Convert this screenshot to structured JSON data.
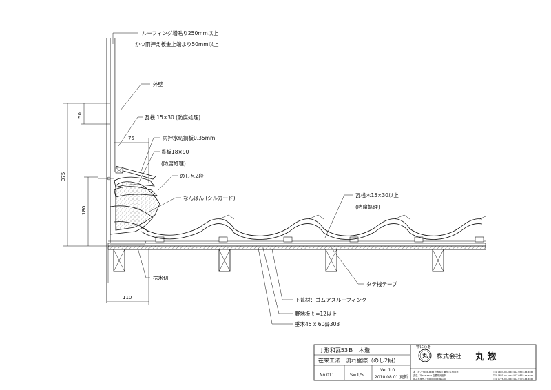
{
  "labels": {
    "roofing_overlap_1": "ルーフィング増貼り250mm以上",
    "roofing_overlap_2": "かつ雨押え板金上端より50mm以上",
    "outer_wall": "外壁",
    "tile_batten": "瓦桟 15×30 (防腐処理)",
    "flashing": "雨押水切鋼板0.35mm",
    "nuki_1": "貫板18×90",
    "nuki_2": "(防腐処理)",
    "noshi": "のし瓦2段",
    "nanban": "なんばん (シルガード)",
    "batten_lumber_1": "瓦桟木15×30以上",
    "batten_lumber_2": "(防腐処理)",
    "drip": "捨水切",
    "counter_tape": "タテ桟テープ",
    "underlay": "下葺材：ゴムアスルーフィング",
    "sheathing": "野地板 t =12以上",
    "rafter": "垂木45 x 60@303"
  },
  "dimensions": {
    "d50": "50",
    "d75": "75",
    "d375": "375",
    "d180": "180",
    "d110": "110"
  },
  "title_block": {
    "row1": "J 形和瓦53Ｂ　木造",
    "row2": "在来工法　流れ壁際（のし2段）",
    "no": "No.011",
    "scale": "S=1/5",
    "version": "Ver 1.0",
    "date": "2010.08.01 更新",
    "motto": "物に心を",
    "seal_char": "丸",
    "company_prefix": "株式会社",
    "company_name": "丸 惣",
    "addr_1": "本　社／〒xxx-xxxx 島根県江津市 (丸惣窯業)",
    "addr_2": "支店／〒xxx-xxxx 島根県浜田市",
    "addr_3": "福井営業所／〒xxx-xxxx 福井県",
    "tel_1": "TEL 0855-xx-xxxx FAX 0855-xx-xxxx",
    "tel_2": "TEL 0855-xx-xxxx FAX 0855-xx-xxxx",
    "tel_3": "TEL 0776-xx-xxxx FAX 0776-xx-xxxx"
  }
}
